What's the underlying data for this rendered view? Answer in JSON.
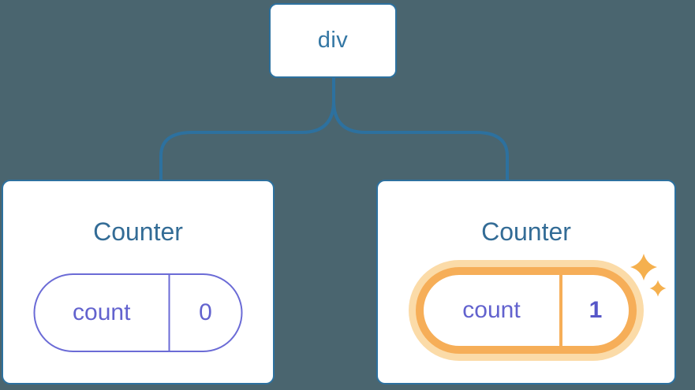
{
  "diagram": {
    "background_color": "#4A656F",
    "connector_color": "#2D719F",
    "card_border_color": "#2D719F",
    "root": {
      "label": "div"
    },
    "children": [
      {
        "title": "Counter",
        "state": {
          "key": "count",
          "value": "0"
        },
        "highlighted": false,
        "pill_border_color": "#6B6BD6",
        "state_text_color": "#6262CE"
      },
      {
        "title": "Counter",
        "state": {
          "key": "count",
          "value": "1"
        },
        "highlighted": true,
        "pill_border_color": "#F6AE58",
        "pill_halo_color": "#FBDBA8",
        "state_text_color": "#5757C8",
        "badge_icon": "sparkles-icon",
        "sparkles_color": "#F5B04E"
      }
    ],
    "text_colors": {
      "root_label": "#3477A4",
      "card_title": "#336C96"
    }
  }
}
